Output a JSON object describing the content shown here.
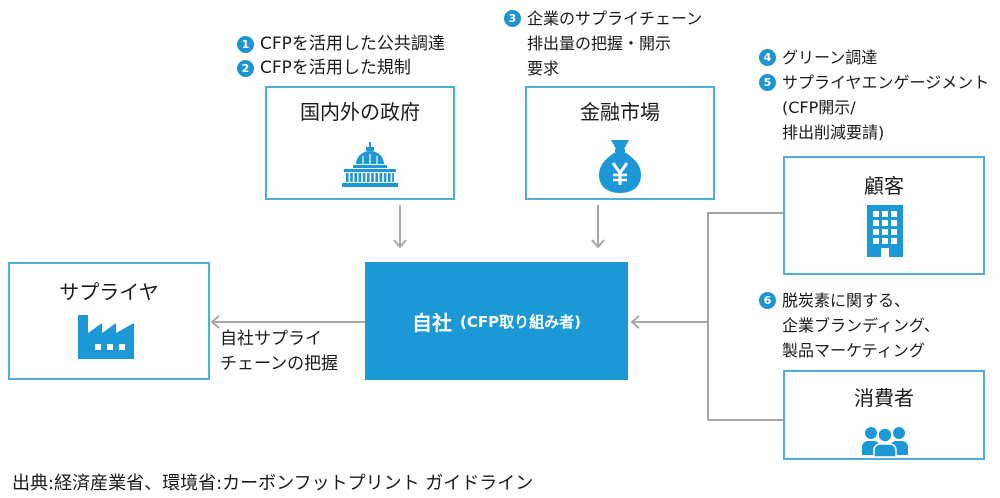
{
  "colors": {
    "accent": "#1b98d5",
    "box_border": "#52acd9",
    "number_badge": "#1e94d0",
    "connector": "#a6a6a6",
    "text": "#1a1a1a",
    "self_text": "#ffffff"
  },
  "government": {
    "title": "国内外の政府",
    "icon": "capitol-icon",
    "notes": [
      {
        "number": "1",
        "lines": [
          "CFPを活用した公共調達"
        ]
      },
      {
        "number": "2",
        "lines": [
          "CFPを活用した規制"
        ]
      }
    ]
  },
  "financial_market": {
    "title": "金融市場",
    "icon": "money-bag-yen-icon",
    "notes": [
      {
        "number": "3",
        "lines": [
          "企業のサプライチェーン",
          "排出量の把握・開示",
          "要求"
        ]
      }
    ]
  },
  "customer": {
    "title": "顧客",
    "icon": "office-building-icon",
    "notes": [
      {
        "number": "4",
        "lines": [
          "グリーン調達"
        ]
      },
      {
        "number": "5",
        "lines": [
          "サプライヤエンゲージメント",
          "(CFP開示/",
          "排出削減要請)"
        ]
      }
    ]
  },
  "consumer": {
    "title": "消費者",
    "icon": "people-icon",
    "notes": [
      {
        "number": "6",
        "lines": [
          "脱炭素に関する、",
          "企業ブランディング、",
          "製品マーケティング"
        ]
      }
    ]
  },
  "supplier": {
    "title": "サプライヤ",
    "icon": "factory-icon",
    "arrow_label": [
      "自社サプライ",
      "チェーンの把握"
    ]
  },
  "self": {
    "title": "自社",
    "subtitle": "(CFP取り組み者)"
  },
  "source": "出典:経済産業省、環境省:カーボンフットプリント ガイドライン"
}
